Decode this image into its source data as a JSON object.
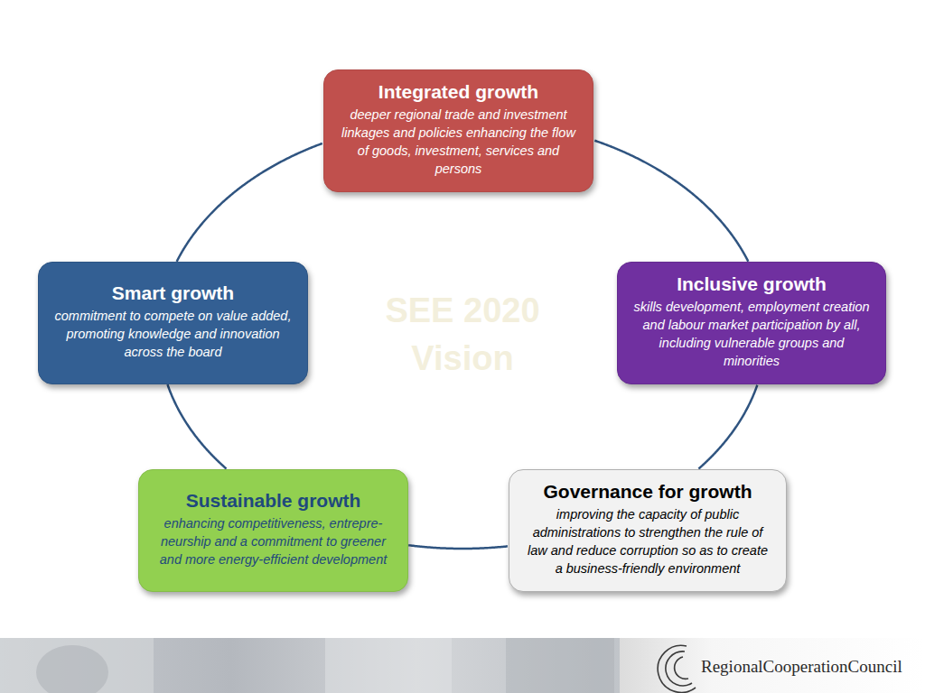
{
  "diagram": {
    "nodes": [
      {
        "text": [
          "Integrated growth",
          "deeper regional trade and investment linkages and policies enhancing the flow of goods, investment, services and persons"
        ]
      },
      {
        "text": [
          "Smart growth",
          "commitment to compete on value added, promoting knowledge and innovation across the board"
        ]
      },
      {
        "text": [
          "Inclusive growth",
          "skills development, employment creation and labour market participation by all, including vulnerable groups and minorities"
        ]
      },
      {
        "text": [
          "Sustainable growth",
          "enhancing competitiveness, entrepre- neurship and a commitment to greener and more energy-efficient development"
        ]
      },
      {
        "text": [
          "Governance for growth",
          "improving the capacity of public administrations to strengthen the rule of law and reduce corruption so as to create a business-friendly environment"
        ]
      }
    ],
    "edges": [
      {
        "from": 0,
        "to": 2,
        "arrow": "none"
      },
      {
        "from": 2,
        "to": 4,
        "arrow": "none"
      },
      {
        "from": 4,
        "to": 3,
        "arrow": "none"
      },
      {
        "from": 3,
        "to": 1,
        "arrow": "none"
      },
      {
        "from": 1,
        "to": 0,
        "arrow": "none"
      }
    ],
    "labels": [
      "SEE 2020 Vision",
      "RegionalCooperationCouncil"
    ]
  }
}
